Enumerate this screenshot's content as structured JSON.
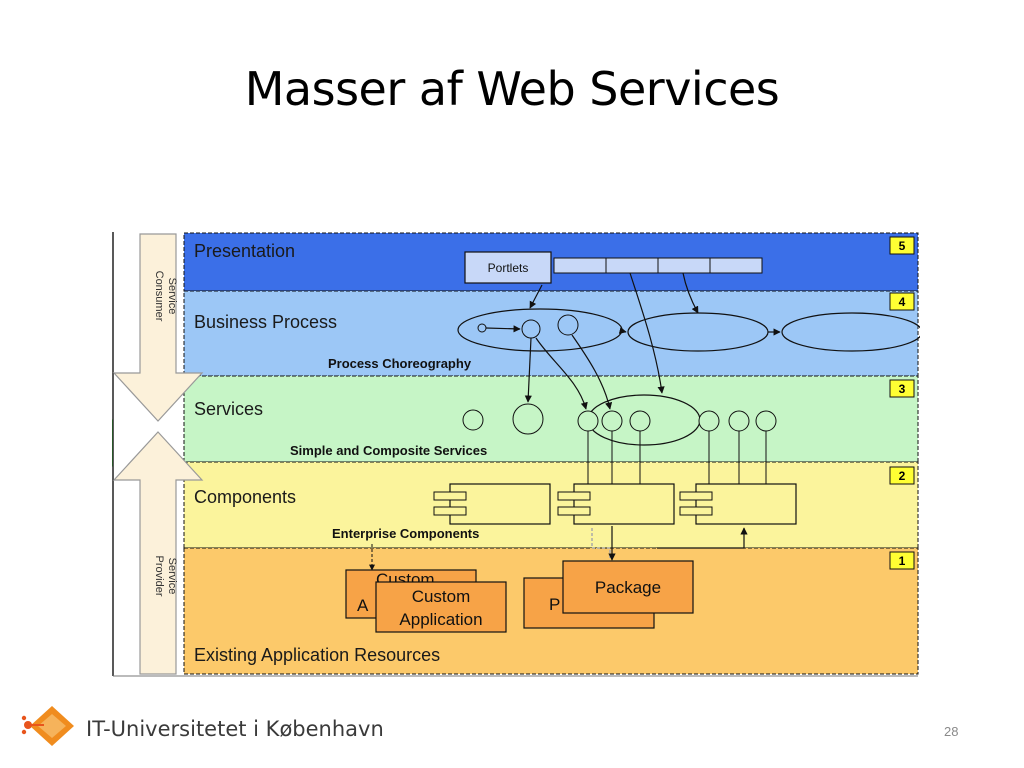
{
  "slide": {
    "title": "Masser af Web Services",
    "page_number": "28",
    "footer": {
      "institution": "IT-Universitetet i København"
    }
  },
  "diagram": {
    "layers": [
      {
        "number": "5",
        "label": "Presentation",
        "sublabel": "",
        "color": "#3b6fe8"
      },
      {
        "number": "4",
        "label": "Business Process",
        "sublabel": "Process Choreography",
        "color": "#9cc7f6"
      },
      {
        "number": "3",
        "label": "Services",
        "sublabel": "Simple and Composite Services",
        "color": "#c6f5c6"
      },
      {
        "number": "2",
        "label": "Components",
        "sublabel": "Enterprise Components",
        "color": "#fbf49c"
      },
      {
        "number": "1",
        "label": "Existing Application Resources",
        "sublabel": "",
        "color": "#fcc96a"
      }
    ],
    "roles": {
      "consumer": [
        "Service",
        "Consumer"
      ],
      "provider": [
        "Service",
        "Provider"
      ]
    },
    "portlets_label": "Portlets",
    "resources": {
      "custom_back": {
        "line1": "Custom",
        "line2": "A"
      },
      "custom_front": {
        "line1": "Custom",
        "line2": "Application"
      },
      "package_back": "P",
      "package_front": "Package"
    },
    "colors": {
      "number_badge": "#ffff33",
      "resource_box": "#f7a347",
      "arrow_fill": "#fcf1da"
    }
  }
}
